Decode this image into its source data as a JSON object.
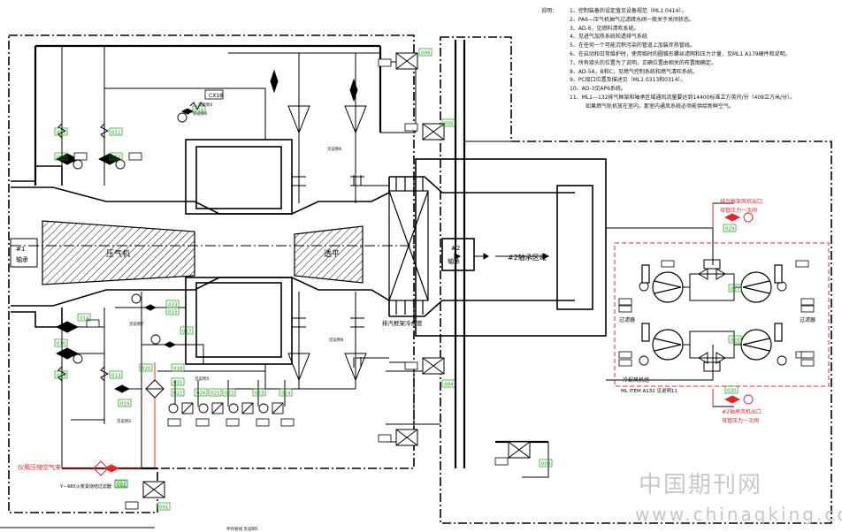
{
  "notes": {
    "heading": "说明：",
    "items": [
      "1、控制装备的设定值见设备规范（ML1 0414）。",
      "2、PA6—压气机抽气过滤疏水阀一般关于关闭状态。",
      "3、AD-6，见燃料清吹系统。",
      "4、见进气加热系统和透排气系统",
      "5、在任何一个可能沉积污染的管道上加装伴热管线。",
      "6、在启动和日常维护时，使用临时的圆锥形螺丝滤网和压力计量，见ML1 A179硬件和说明。",
      "7、所有接头的位置为了说明，正确位置由相关的布置图确定。",
      "8、AD-5A，B和C，见燃气控制系统和燃气清吹系统。",
      "9、PC接口位置及描述见（ML1 0313和0314）。",
      "10、AD-3见AP6系统。",
      "11、ML1—132排气框架和轴承区域通风流量要达到14400标准立方英尺/分（408立方米/分）。",
      "如果燃气轮机放在室内，那室内通风系统必须能供给新鲜空气。"
    ]
  },
  "labels": {
    "bearing1_a": "#1",
    "bearing1_b": "轴承",
    "compressor": "压气机",
    "turbine": "透平",
    "bearing2_a": "#2",
    "bearing2_b": "轴承",
    "bearing2_zone": "#2轴承区域",
    "exhaust_frame_cooling": "排汽框架冷却管",
    "cooling_fan": "冷却风机组",
    "cooling_fan_ref": "ML ITEM A132 见说明11",
    "filter_left": "过滤器",
    "filter_right": "过滤器",
    "exhaust_fan_outlet_1": "排气框架风机出口",
    "exhaust_fan_outlet_2": "母管压力一次阀",
    "bearing_fan_outlet_1": "#2轴承风机出口",
    "bearing_fan_outlet_2": "母管压力一次阀",
    "instrument_air": "仪用压缩空气来",
    "air_filter": "Y—98X火炭膏烧结过滤器",
    "note_ref_bottom": "伴热管线 见说明5",
    "see_note_2": "见说明2",
    "see_note_3": "见说明3",
    "see_note_4": "见说明4",
    "see_note_5": "见说明5",
    "see_note_6": "见说明6",
    "see_note_7": "见说明7",
    "see_note_8": "见说明8",
    "cs18": "CX18"
  },
  "tags": {
    "t001": "001",
    "t002": "002",
    "t003": "003",
    "t004": "004",
    "t005": "005",
    "t006": "006",
    "t007": "007",
    "t008": "008",
    "t009": "009",
    "t010": "010",
    "t011": "011",
    "t012": "012",
    "t013": "013",
    "t014": "014",
    "t015": "015",
    "t016": "016",
    "t017": "017",
    "t018": "018",
    "t019": "019",
    "t020": "020",
    "t021": "021",
    "t022": "022",
    "t023": "023",
    "t024": "024",
    "t025": "025",
    "t026": "026",
    "t027": "027",
    "t028": "028",
    "t029": "029",
    "t030": "030",
    "t031": "031",
    "t032": "032",
    "t033": "033"
  },
  "watermark": {
    "cn": "中国期刊网",
    "url": "www.chinaqking.com"
  },
  "colors": {
    "line": "#000000",
    "tag_green": "#1a9a1a",
    "red": "#e0282d",
    "watermark": "#c9c9c9"
  }
}
